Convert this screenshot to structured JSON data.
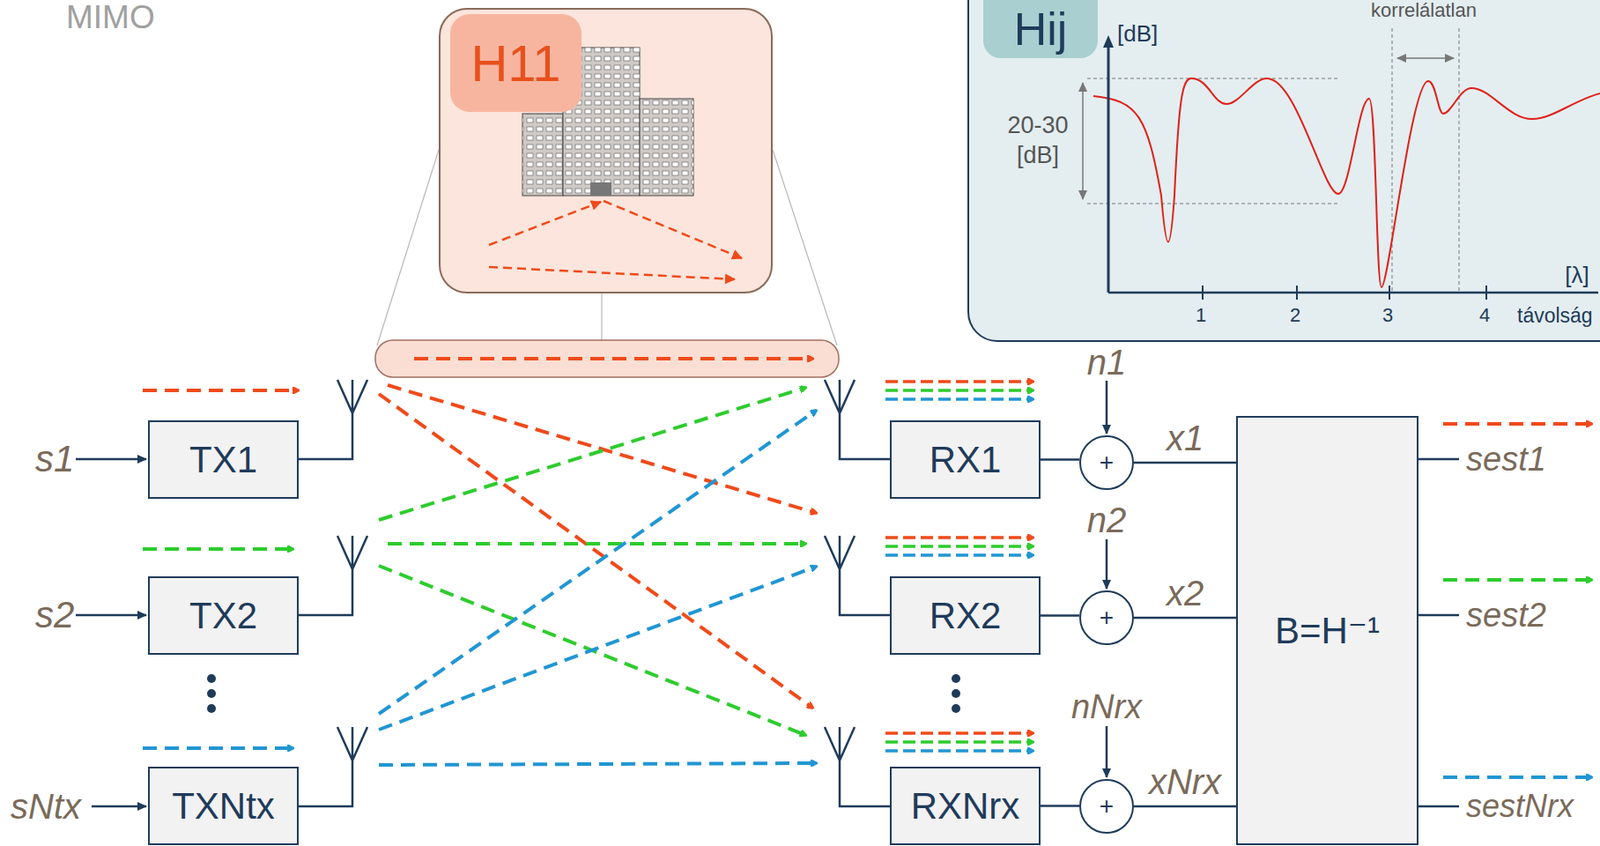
{
  "diagram": {
    "nodes": [
      {
        "text": [
          "H11"
        ]
      },
      {
        "text": [
          "Hij"
        ]
      },
      {
        "text": [
          "TX1"
        ]
      },
      {
        "text": [
          "TX2"
        ]
      },
      {
        "text": [
          "TXNtx"
        ]
      },
      {
        "text": [
          "RX1"
        ]
      },
      {
        "text": [
          "RX2"
        ]
      },
      {
        "text": [
          "RXNrx"
        ]
      },
      {
        "text": [
          "+"
        ]
      },
      {
        "text": [
          "+"
        ]
      },
      {
        "text": [
          "+"
        ]
      },
      {
        "text": [
          "B=H⁻¹"
        ]
      }
    ],
    "edges": [
      {
        "from": 5,
        "to": 8,
        "arrow": "none"
      },
      {
        "from": 6,
        "to": 9,
        "arrow": "none"
      },
      {
        "from": 7,
        "to": 10,
        "arrow": "none"
      },
      {
        "from": 8,
        "to": 11,
        "arrow": "none",
        "label": "x1"
      },
      {
        "from": 9,
        "to": 11,
        "arrow": "none",
        "label": "x2"
      },
      {
        "from": 10,
        "to": 11,
        "arrow": "none",
        "label": "xNrx"
      }
    ],
    "labels": [
      "MIMO",
      "s1",
      "s2",
      "sNtx",
      "n1",
      "n2",
      "nNrx",
      "sest1",
      "sest2",
      "sestNrx",
      "[dB]",
      "20-30 [dB]",
      "korrelálatlan",
      "1",
      "2",
      "3",
      "4",
      "[λ]",
      "távolság"
    ]
  }
}
